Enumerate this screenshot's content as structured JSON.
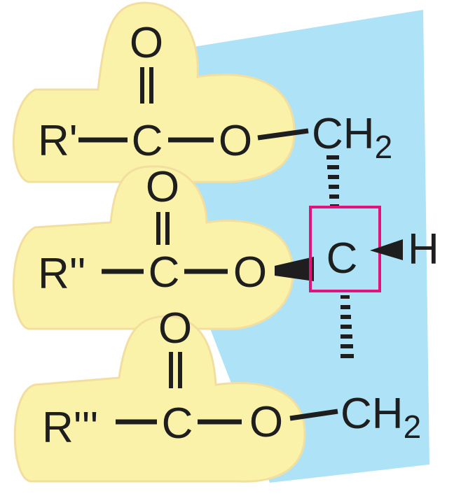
{
  "diagram": {
    "colors": {
      "backbone_fill": "#aee3f7",
      "ester_fill": "#fbf2aa",
      "ester_outline": "#f2dfa0",
      "ink": "#1e1e1e",
      "highlight": "#e0157c"
    },
    "ester_1": {
      "r_group": "R'",
      "carbonyl_c": "C",
      "carbonyl_o": "O",
      "ester_o": "O"
    },
    "ester_2": {
      "r_group": "R''",
      "carbonyl_c": "C",
      "carbonyl_o": "O",
      "ester_o": "O"
    },
    "ester_3": {
      "r_group": "R'''",
      "carbonyl_c": "C",
      "carbonyl_o": "O",
      "ester_o": "O"
    },
    "glycerol": {
      "top_carbon": "CH",
      "top_subscript": "2",
      "center_carbon": "C",
      "center_substituent": "H",
      "bottom_carbon": "CH",
      "bottom_subscript": "2"
    }
  }
}
